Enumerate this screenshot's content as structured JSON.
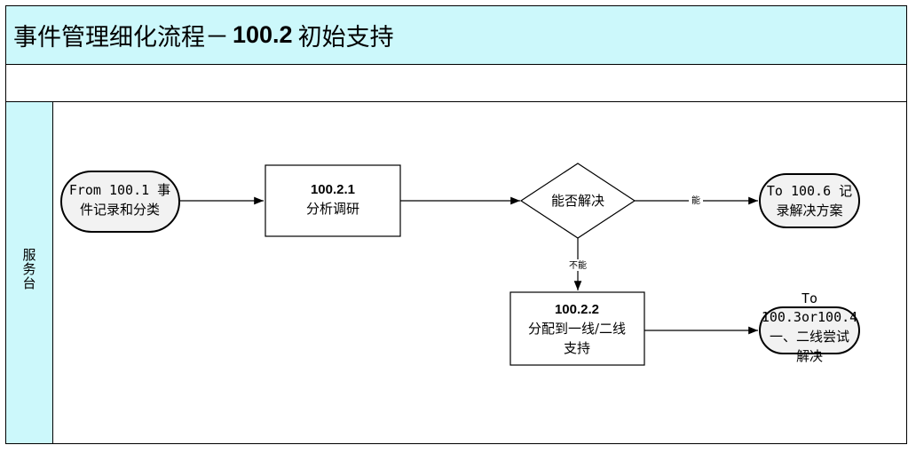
{
  "title": {
    "cn_prefix": "事件管理细化流程－",
    "number": "100.2",
    "cn_suffix": "初始支持"
  },
  "lane": {
    "label": "服务台"
  },
  "nodes": {
    "start": {
      "line1": "From 100.1 事",
      "line2": "件记录和分类"
    },
    "analyze": {
      "id": "100.2.1",
      "label": "分析调研"
    },
    "decision": {
      "label": "能否解决"
    },
    "end_resolve": {
      "line1": "To 100.6 记",
      "line2": "录解决方案"
    },
    "assign": {
      "id": "100.2.2",
      "line1": "分配到一线/二线",
      "line2": "支持"
    },
    "end_support": {
      "line1": "To",
      "line2": "100.3or100.4",
      "line3": "一、二线尝试",
      "line4": "解决"
    }
  },
  "edges": {
    "yes": "能",
    "no": "不能"
  }
}
